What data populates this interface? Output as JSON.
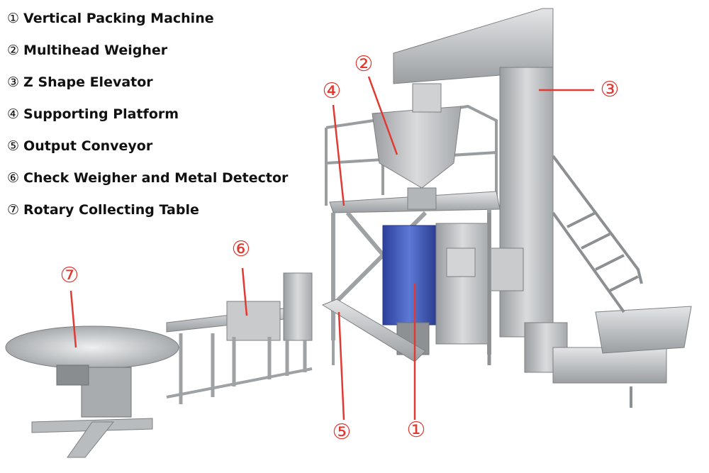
{
  "legend": [
    {
      "num": "①",
      "label": "Vertical Packing Machine"
    },
    {
      "num": "②",
      "label": "Multihead Weigher"
    },
    {
      "num": "③",
      "label": "Z Shape Elevator"
    },
    {
      "num": "④",
      "label": "Supporting Platform"
    },
    {
      "num": "⑤",
      "label": "Output Conveyor"
    },
    {
      "num": "⑥",
      "label": "Check Weigher and Metal Detector"
    },
    {
      "num": "⑦",
      "label": "Rotary Collecting Table"
    }
  ],
  "callouts": {
    "c1": "①",
    "c2": "②",
    "c3": "③",
    "c4": "④",
    "c5": "⑤",
    "c6": "⑥",
    "c7": "⑦"
  },
  "colors": {
    "callout": "#e23a32",
    "steel": "#b9bcbf",
    "blue_panel": "#3a56b8"
  }
}
